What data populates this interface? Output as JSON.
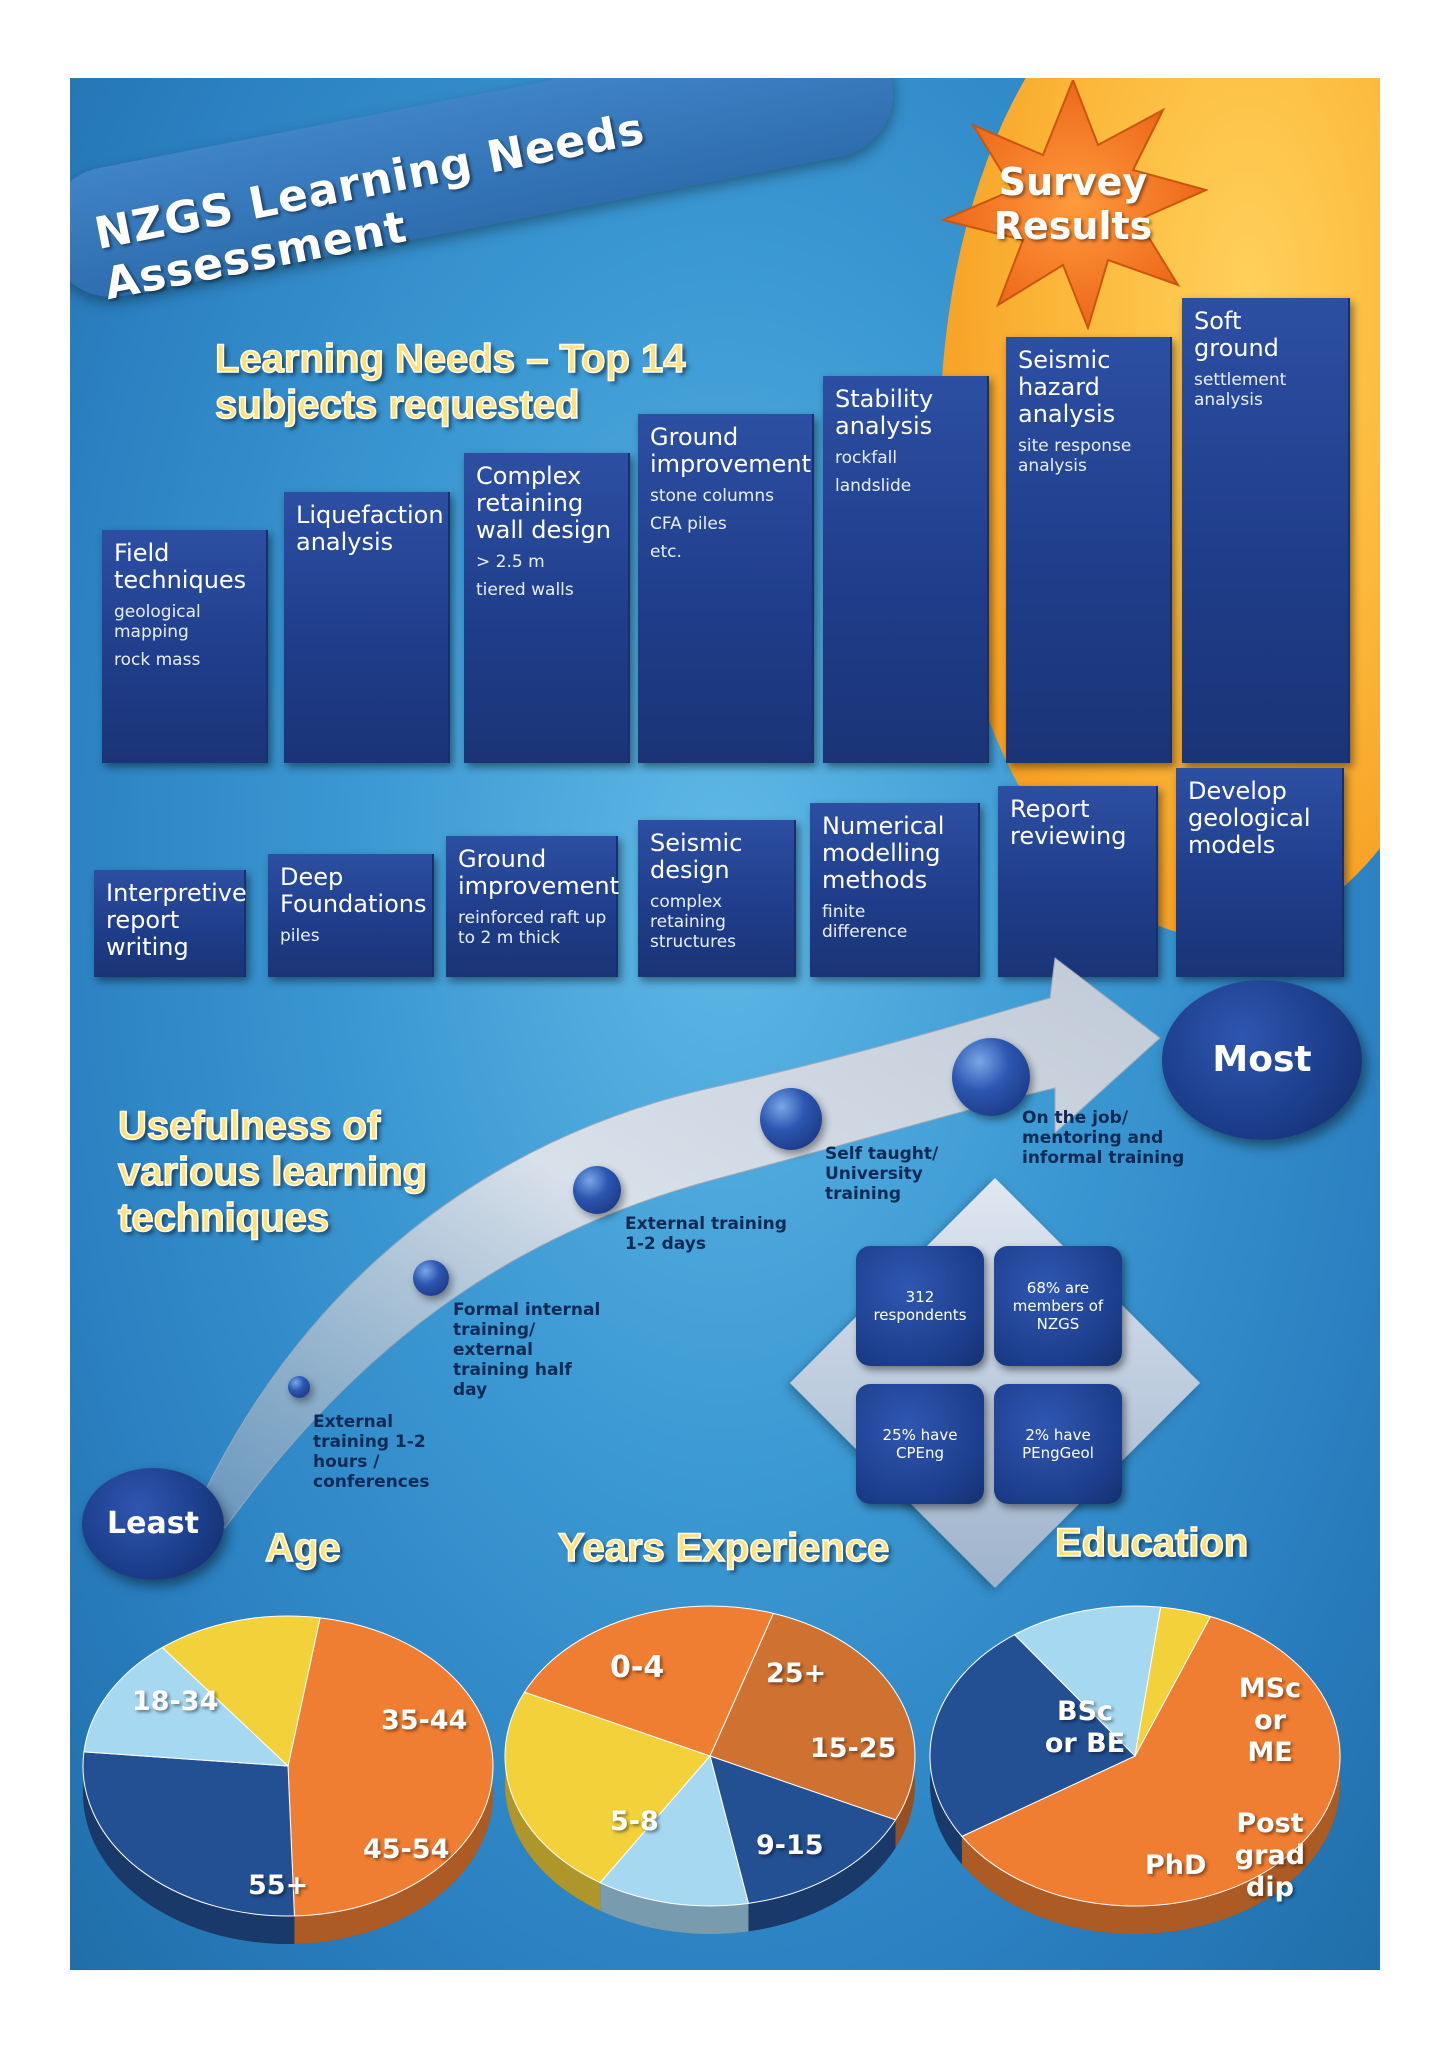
{
  "header": {
    "title": "NZGS Learning Needs Assessment",
    "badge": [
      "Survey",
      "Results"
    ]
  },
  "learning_needs": {
    "title_lines": [
      "Learning Needs – Top 14",
      "subjects requested"
    ],
    "top_row": [
      {
        "title": [
          "Field",
          "techniques"
        ],
        "details": [
          [
            "geological",
            "mapping"
          ],
          [
            "rock mass"
          ]
        ]
      },
      {
        "title": [
          "Liquefaction",
          "analysis"
        ],
        "details": []
      },
      {
        "title": [
          "Complex",
          "retaining",
          "wall design"
        ],
        "details": [
          [
            "> 2.5 m"
          ],
          [
            "tiered walls"
          ]
        ]
      },
      {
        "title": [
          "Ground",
          "improvement"
        ],
        "details": [
          [
            "stone columns"
          ],
          [
            "CFA piles"
          ],
          [
            "etc."
          ]
        ]
      },
      {
        "title": [
          "Stability",
          "analysis"
        ],
        "details": [
          [
            "rockfall"
          ],
          [
            "landslide"
          ]
        ]
      },
      {
        "title": [
          "Seismic",
          "hazard",
          "analysis"
        ],
        "details": [
          [
            "site response",
            "analysis"
          ]
        ]
      },
      {
        "title": [
          "Soft",
          "ground"
        ],
        "details": [
          [
            "settlement",
            "analysis"
          ]
        ]
      }
    ],
    "bottom_row": [
      {
        "title": [
          "Interpretive",
          "report",
          "writing"
        ],
        "details": []
      },
      {
        "title": [
          "Deep",
          "Foundations"
        ],
        "details": [
          [
            "piles"
          ]
        ]
      },
      {
        "title": [
          "Ground",
          "improvement"
        ],
        "details": [
          [
            "reinforced raft up",
            "to 2 m thick"
          ]
        ]
      },
      {
        "title": [
          "Seismic",
          "design"
        ],
        "details": [
          [
            "complex",
            "retaining",
            "structures"
          ]
        ]
      },
      {
        "title": [
          "Numerical",
          "modelling",
          "methods"
        ],
        "details": [
          [
            "finite",
            "difference"
          ]
        ]
      },
      {
        "title": [
          "Report",
          "reviewing"
        ],
        "details": []
      },
      {
        "title": [
          "Develop",
          "geological",
          "models"
        ],
        "details": []
      }
    ]
  },
  "usefulness": {
    "title_lines": [
      "Usefulness of",
      "various learning",
      "techniques"
    ],
    "least": "Least",
    "most": "Most",
    "steps": [
      [
        "External",
        "training 1-2",
        "hours /",
        "conferences"
      ],
      [
        "Formal internal",
        "training/",
        "external",
        "training half",
        "day"
      ],
      [
        "External training",
        "1-2 days"
      ],
      [
        "Self taught/",
        "University",
        "training"
      ],
      [
        "On the job/",
        "mentoring and",
        "informal training"
      ]
    ]
  },
  "stats": [
    [
      "312",
      "respondents"
    ],
    [
      "68% are",
      "members of",
      "NZGS"
    ],
    [
      "25% have",
      "CPEng"
    ],
    [
      "2% have",
      "PEngGeol"
    ]
  ],
  "charts_titles": {
    "age": "Age",
    "experience": "Years Experience",
    "education": "Education"
  },
  "chart_data": [
    {
      "type": "pie",
      "title": "Age",
      "categories": [
        "18-34",
        "35-44",
        "45-54",
        "55+"
      ],
      "values": [
        47,
        27,
        13,
        13
      ],
      "colors": [
        "#f07e32",
        "#234f93",
        "#a6d8f2",
        "#f2d13a"
      ]
    },
    {
      "type": "pie",
      "title": "Years Experience",
      "categories": [
        "0-4",
        "25+",
        "15-25",
        "9-15",
        "5-8"
      ],
      "values": [
        27,
        15,
        12,
        23,
        23
      ],
      "colors": [
        "#cf7130",
        "#234f93",
        "#a6d8f2",
        "#f2d13a",
        "#f07e32"
      ]
    },
    {
      "type": "pie",
      "title": "Education",
      "categories": [
        "BSc or BE",
        "MSc or ME",
        "Post grad dip",
        "PhD"
      ],
      "values": [
        60,
        24,
        12,
        4
      ],
      "colors": [
        "#f07e32",
        "#234f93",
        "#a6d8f2",
        "#f2d13a"
      ]
    }
  ]
}
